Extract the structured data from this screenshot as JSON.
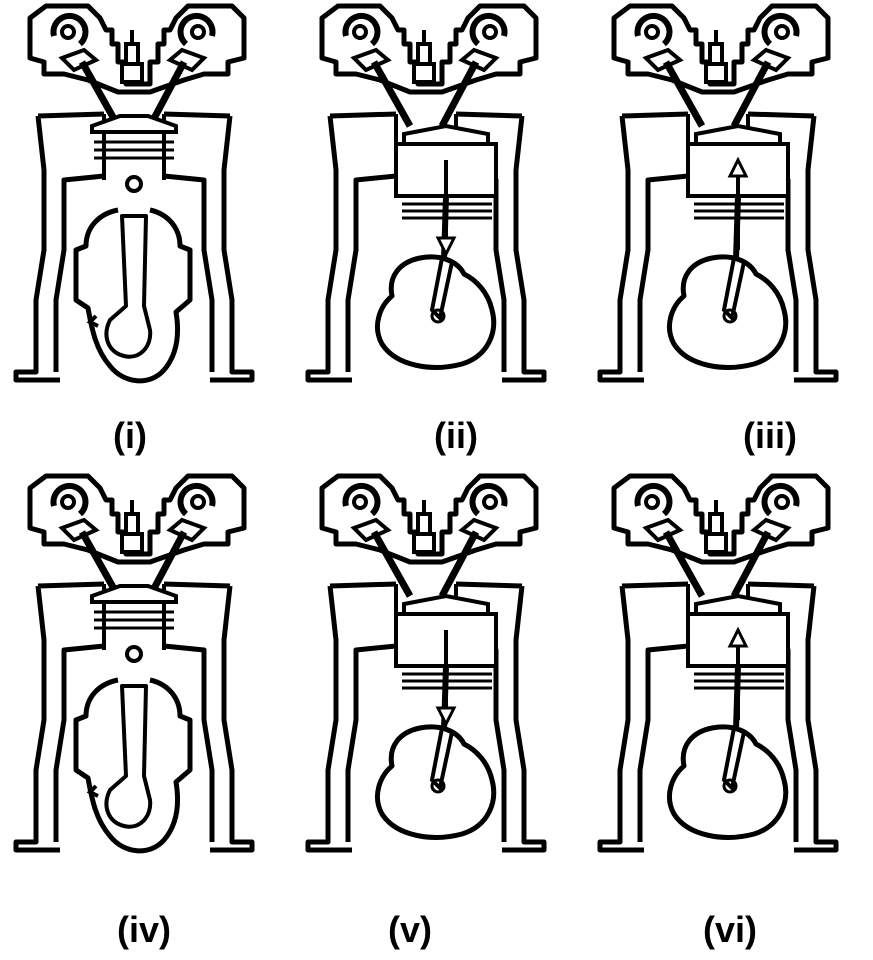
{
  "panels": [
    {
      "label": "(i)",
      "state": "piston-top",
      "arrow": "none"
    },
    {
      "label": "(ii)",
      "state": "piston-down",
      "arrow": "down"
    },
    {
      "label": "(iii)",
      "state": "piston-down",
      "arrow": "up"
    },
    {
      "label": "(iv)",
      "state": "piston-top",
      "arrow": "none"
    },
    {
      "label": "(v)",
      "state": "piston-down",
      "arrow": "down"
    },
    {
      "label": "(vi)",
      "state": "piston-down",
      "arrow": "up"
    }
  ],
  "colors": {
    "ink": "#000000",
    "paper": "#ffffff"
  }
}
